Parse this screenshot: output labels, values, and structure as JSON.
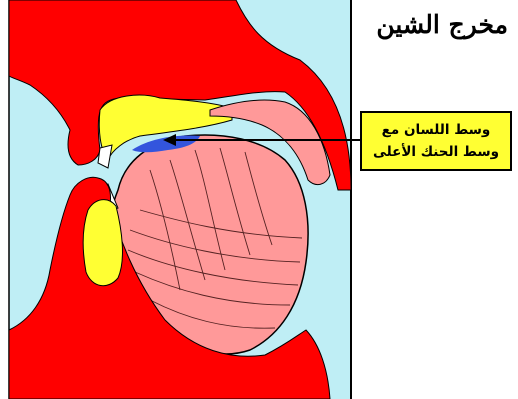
{
  "title": "مخرج الشين",
  "label": {
    "line1": "وسط اللسان مع",
    "line2": "وسط الحنك الأعلى"
  },
  "colors": {
    "background": "#ffffff",
    "airway": "#bfeef5",
    "tissue": "#ff0000",
    "bone": "#ffff33",
    "tongue": "#ff9999",
    "contact_area": "#3355dd",
    "teeth": "#ffffff",
    "label_bg": "#ffff33",
    "outline": "#000000"
  }
}
